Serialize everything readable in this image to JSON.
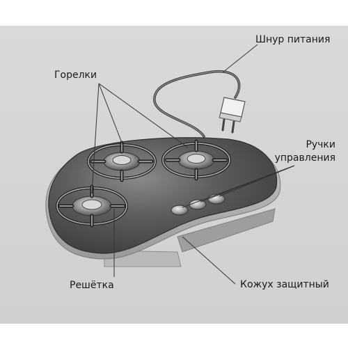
{
  "labels": {
    "power_cord": "Шнур питания",
    "burners": "Горелки",
    "controls_line1": "Ручки",
    "controls_line2": "управления",
    "grate": "Решётка",
    "cover": "Кожух защитный"
  }
}
